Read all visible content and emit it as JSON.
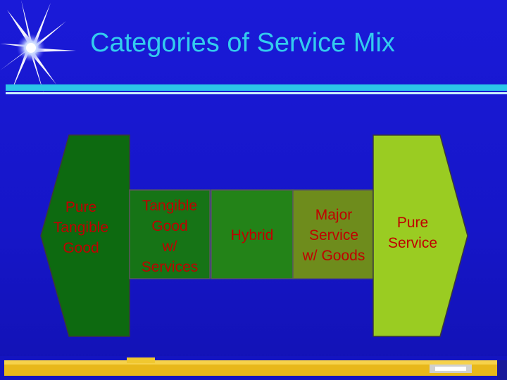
{
  "slide": {
    "title": "Categories of Service Mix"
  },
  "categories": [
    {
      "label": "Pure\nTangible\nGood",
      "color": "#0e6b12"
    },
    {
      "label": "Tangible\nGood\nw/\nServices",
      "color": "#1a7a1a"
    },
    {
      "label": "Hybrid",
      "color": "#2a8a1a"
    },
    {
      "label": "Major\nService\nw/ Goods",
      "color": "#6e8c1c"
    },
    {
      "label": "Pure\nService",
      "color": "#99cc22"
    }
  ],
  "colors": {
    "title": "#33ccee",
    "background": "#1616c8",
    "label_text": "#cc0000"
  }
}
